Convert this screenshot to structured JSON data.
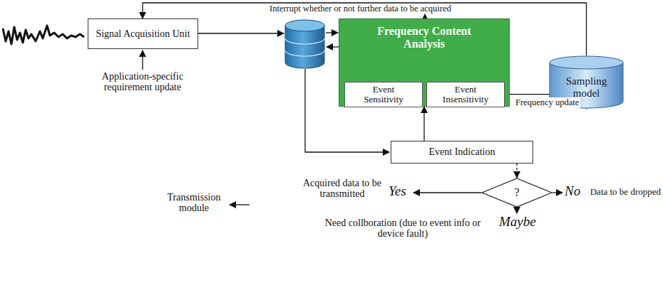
{
  "diagram": {
    "nodes": [
      {
        "text": [
          "Signal Acquisition Unit"
        ]
      },
      {
        "text": [
          "Frequency Content Analysis"
        ]
      },
      {
        "text": [
          "Event Sensitivity"
        ],
        "in": 1
      },
      {
        "text": [
          "Event Insensitivity"
        ],
        "in": 1
      },
      {
        "text": [
          "Sampling model"
        ]
      },
      {
        "text": [
          "Event Indication"
        ]
      },
      {
        "text": [
          "?"
        ]
      }
    ],
    "edges": [
      {
        "from": 1,
        "to": 4,
        "label": "Frequency update",
        "arrow": "to"
      },
      {
        "from": 4,
        "to": 0,
        "arrow": "to"
      },
      {
        "from": 5,
        "to": 1,
        "arrow": "to"
      },
      {
        "from": 5,
        "to": 6,
        "arrow": "to"
      }
    ],
    "labels": [
      "Interrupt whether or not further data to be acquired",
      "Application-specific requirement update",
      "Yes",
      "No",
      "Maybe",
      "Acquired data to be transmitted",
      "Data to be dropped",
      "Need collboration (due to event info or device fault)",
      "Transmission module"
    ]
  }
}
